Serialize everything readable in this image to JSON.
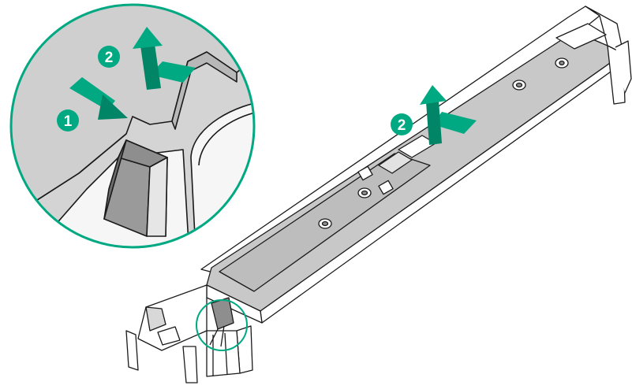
{
  "illustration": {
    "colors": {
      "accent": "#01a982",
      "accent_dark": "#008567",
      "part_fill": "#c8c8c8",
      "part_light": "#e2e2e2",
      "part_dark": "#8e8e8e",
      "outline": "#1a1a1a",
      "background": "#ffffff"
    },
    "callouts": [
      {
        "id": "detail-step-1",
        "label": "1"
      },
      {
        "id": "detail-step-2",
        "label": "2"
      },
      {
        "id": "main-step-2",
        "label": "2"
      }
    ],
    "icons": [
      "press-arrow-icon",
      "lift-and-slide-arrow-icon",
      "detail-magnifier-circle",
      "latch-highlight-circle"
    ]
  }
}
